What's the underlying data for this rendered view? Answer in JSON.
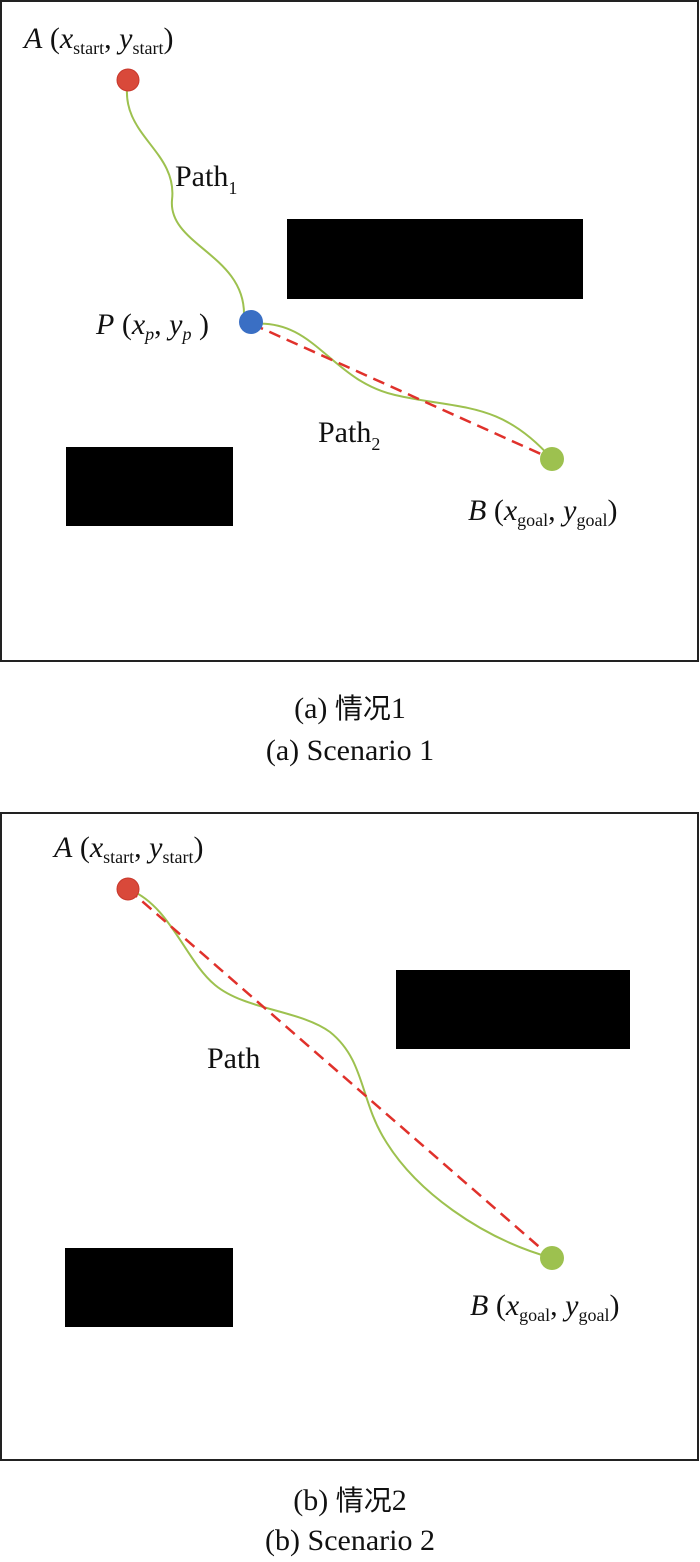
{
  "colors": {
    "start_point": "#d9493a",
    "waypoint": "#3a6fc4",
    "goal_point": "#9dc14f",
    "path_line": "#9dc14f",
    "straight_line": "#e0312b",
    "obstacle": "#000000",
    "frame": "#222222"
  },
  "scenario1": {
    "start_label": {
      "point": "A",
      "var": "x",
      "sub1": "start",
      "var2": "y",
      "sub2": "start"
    },
    "waypoint_label": {
      "point": "P",
      "var": "x",
      "sub1": "p",
      "var2": "y",
      "sub2": "p"
    },
    "goal_label": {
      "point": "B",
      "var": "x",
      "sub1": "goal",
      "var2": "y",
      "sub2": "goal"
    },
    "path1_label": {
      "text": "Path",
      "sub": "1"
    },
    "path2_label": {
      "text": "Path",
      "sub": "2"
    },
    "caption_cn": {
      "prefix": "(a) ",
      "text": "情况",
      "num": "1"
    },
    "caption_en": "(a) Scenario 1"
  },
  "scenario2": {
    "start_label": {
      "point": "A",
      "var": "x",
      "sub1": "start",
      "var2": "y",
      "sub2": "start"
    },
    "goal_label": {
      "point": "B",
      "var": "x",
      "sub1": "goal",
      "var2": "y",
      "sub2": "goal"
    },
    "path_label": "Path",
    "caption_cn": {
      "prefix": "(b) ",
      "text": "情况",
      "num": "2"
    },
    "caption_en": "(b) Scenario 2"
  }
}
